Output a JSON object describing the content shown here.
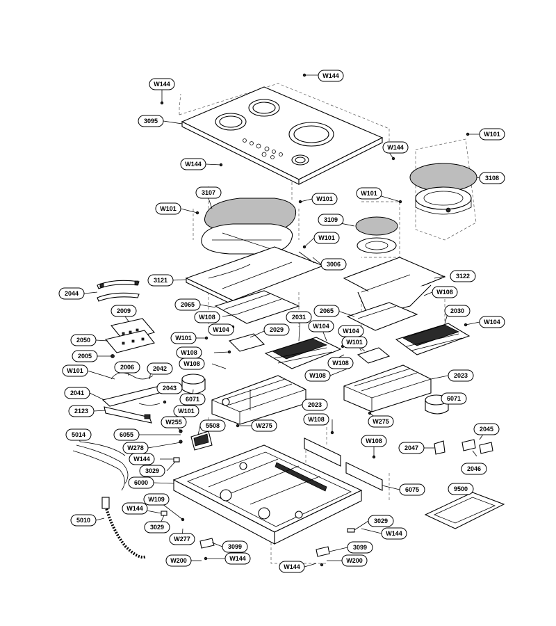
{
  "labels": [
    {
      "id": "l01",
      "text": "W144"
    },
    {
      "id": "l02",
      "text": "W144"
    },
    {
      "id": "l03",
      "text": "3095"
    },
    {
      "id": "l04",
      "text": "W144"
    },
    {
      "id": "l05",
      "text": "W144"
    },
    {
      "id": "l06",
      "text": "W101"
    },
    {
      "id": "l07",
      "text": "3108"
    },
    {
      "id": "l08",
      "text": "3107"
    },
    {
      "id": "l09",
      "text": "W101"
    },
    {
      "id": "l10",
      "text": "W101"
    },
    {
      "id": "l11",
      "text": "W101"
    },
    {
      "id": "l12",
      "text": "3109"
    },
    {
      "id": "l13",
      "text": "W101"
    },
    {
      "id": "l14",
      "text": "3006"
    },
    {
      "id": "l15",
      "text": "3121"
    },
    {
      "id": "l16",
      "text": "3122"
    },
    {
      "id": "l17",
      "text": "2044"
    },
    {
      "id": "l18",
      "text": "W108"
    },
    {
      "id": "l19",
      "text": "2065"
    },
    {
      "id": "l20",
      "text": "2009"
    },
    {
      "id": "l21",
      "text": "W108"
    },
    {
      "id": "l22",
      "text": "2065"
    },
    {
      "id": "l23",
      "text": "2030"
    },
    {
      "id": "l24",
      "text": "W104"
    },
    {
      "id": "l25",
      "text": "2031"
    },
    {
      "id": "l26",
      "text": "W104"
    },
    {
      "id": "l27",
      "text": "2029"
    },
    {
      "id": "l28",
      "text": "W104"
    },
    {
      "id": "l29",
      "text": "W104"
    },
    {
      "id": "l30",
      "text": "2050"
    },
    {
      "id": "l31",
      "text": "W101"
    },
    {
      "id": "l32",
      "text": "W101"
    },
    {
      "id": "l33",
      "text": "2005"
    },
    {
      "id": "l34",
      "text": "W108"
    },
    {
      "id": "l35",
      "text": "W108"
    },
    {
      "id": "l36",
      "text": "W108"
    },
    {
      "id": "l37",
      "text": "W101"
    },
    {
      "id": "l38",
      "text": "2006"
    },
    {
      "id": "l39",
      "text": "2042"
    },
    {
      "id": "l40",
      "text": "W108"
    },
    {
      "id": "l41",
      "text": "2023"
    },
    {
      "id": "l42",
      "text": "2043"
    },
    {
      "id": "l43",
      "text": "2041"
    },
    {
      "id": "l44",
      "text": "6071"
    },
    {
      "id": "l45",
      "text": "6071"
    },
    {
      "id": "l46",
      "text": "2023"
    },
    {
      "id": "l47",
      "text": "2123"
    },
    {
      "id": "l48",
      "text": "W101"
    },
    {
      "id": "l49",
      "text": "W255"
    },
    {
      "id": "l50",
      "text": "5508"
    },
    {
      "id": "l51",
      "text": "W275"
    },
    {
      "id": "l52",
      "text": "W108"
    },
    {
      "id": "l53",
      "text": "W275"
    },
    {
      "id": "l54",
      "text": "2045"
    },
    {
      "id": "l55",
      "text": "5014"
    },
    {
      "id": "l56",
      "text": "6055"
    },
    {
      "id": "l57",
      "text": "W278"
    },
    {
      "id": "l58",
      "text": "W108"
    },
    {
      "id": "l59",
      "text": "2047"
    },
    {
      "id": "l60",
      "text": "2046"
    },
    {
      "id": "l61",
      "text": "W144"
    },
    {
      "id": "l62",
      "text": "3029"
    },
    {
      "id": "l63",
      "text": "6000"
    },
    {
      "id": "l64",
      "text": "6075"
    },
    {
      "id": "l65",
      "text": "9500"
    },
    {
      "id": "l66",
      "text": "W109"
    },
    {
      "id": "l67",
      "text": "W144"
    },
    {
      "id": "l68",
      "text": "5010"
    },
    {
      "id": "l69",
      "text": "3029"
    },
    {
      "id": "l70",
      "text": "3029"
    },
    {
      "id": "l71",
      "text": "W144"
    },
    {
      "id": "l72",
      "text": "W277"
    },
    {
      "id": "l73",
      "text": "3099"
    },
    {
      "id": "l74",
      "text": "3099"
    },
    {
      "id": "l75",
      "text": "W200"
    },
    {
      "id": "l76",
      "text": "W144"
    },
    {
      "id": "l77",
      "text": "W200"
    },
    {
      "id": "l78",
      "text": "W144"
    }
  ]
}
